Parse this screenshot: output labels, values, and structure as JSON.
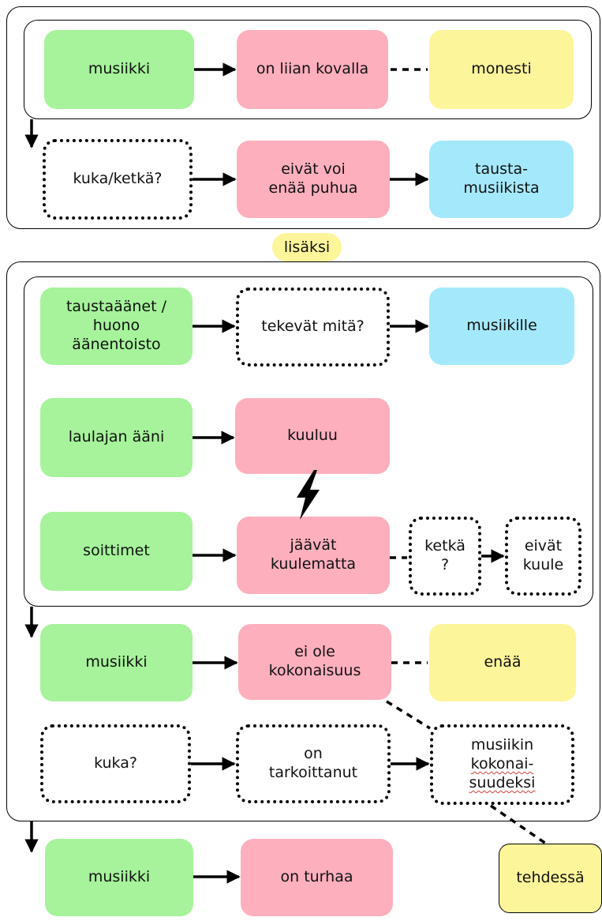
{
  "colors": {
    "green": "#a6f39b",
    "pink": "#fdafbd",
    "yellow": "#fcf59a",
    "blue": "#a4e9fb",
    "line": "#000000"
  },
  "section1": {
    "row1": {
      "subject": "musiikki",
      "predicate": "on liian kovalla",
      "adverb": "monesti"
    },
    "row2": {
      "subject": "kuka/ketkä?",
      "predicate": "eivät voi\nenää puhua",
      "complement": "tausta-\nmusiikista"
    }
  },
  "connector": {
    "label": "lisäksi"
  },
  "section2": {
    "row1": {
      "subject": "taustaäänet /\nhuono\näänentoisto",
      "predicate": "tekevät mitä?",
      "object": "musiikille"
    },
    "row2": {
      "subject": "laulajan ääni",
      "predicate": "kuuluu"
    },
    "row3": {
      "subject": "soittimet",
      "predicate": "jäävät\nkuulematta",
      "who": "ketkä\n?",
      "not_hear": "eivät\nkuule"
    },
    "row4": {
      "subject": "musiikki",
      "predicate": "ei ole\nkokonaisuus",
      "adverb": "enää"
    },
    "row5": {
      "subject": "kuka?",
      "predicate": "on\ntarkoittanut",
      "object_line1": "musiikin",
      "object_line2": "kokonai-",
      "object_line3": "suudeksi"
    }
  },
  "section3": {
    "subject": "musiikki",
    "predicate": "on turhaa",
    "adverb": "tehdessä"
  },
  "icons": {
    "conflict": "lightning-icon"
  }
}
